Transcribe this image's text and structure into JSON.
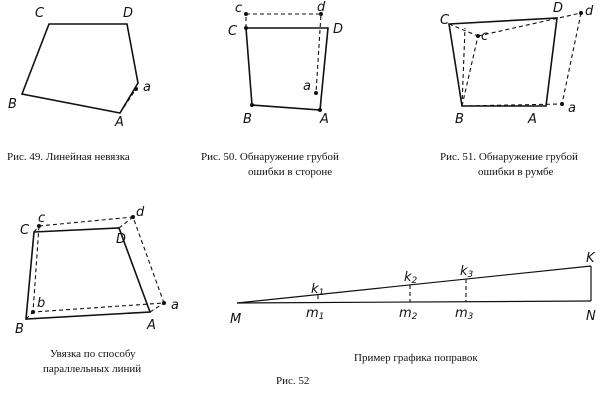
{
  "fig49": {
    "caption": "Рис. 49. Линейная невязка",
    "labels": {
      "A": "A",
      "B": "B",
      "C": "C",
      "D": "D",
      "a": "a"
    }
  },
  "fig50": {
    "caption_line1": "Рис. 50. Обнаружение грубой",
    "caption_line2": "ошибки в стороне",
    "labels": {
      "A": "A",
      "B": "B",
      "C": "C",
      "D": "D",
      "a": "a",
      "c": "c",
      "d": "d"
    }
  },
  "fig51": {
    "caption_line1": "Рис. 51. Обнаружение грубой",
    "caption_line2": "ошибки в румбе",
    "labels": {
      "A": "A",
      "B": "B",
      "C": "C",
      "D": "D",
      "a": "a",
      "c": "c",
      "d": "d"
    }
  },
  "fig52a": {
    "caption_line1": "Увязка по способу",
    "caption_line2": "параллельных линий",
    "labels": {
      "A": "A",
      "B": "B",
      "C": "C",
      "D": "D",
      "a": "a",
      "b": "b",
      "c": "c",
      "d": "d"
    }
  },
  "fig52b": {
    "caption": "Пример графика поправок",
    "labels": {
      "M": "M",
      "N": "N",
      "K": "K",
      "k": "k",
      "m": "m",
      "s1": "1",
      "s2": "2",
      "s3": "3"
    }
  },
  "fig52_caption": "Рис. 52"
}
